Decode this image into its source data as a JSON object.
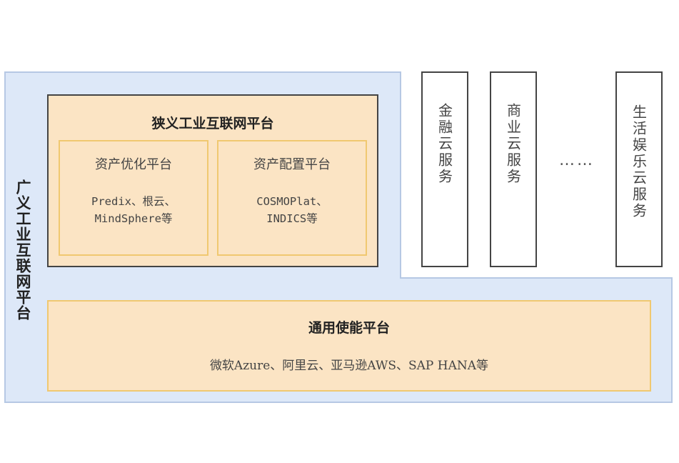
{
  "broad_platform": {
    "title": "广义工业互联网平台"
  },
  "narrow_platform": {
    "title": "狭义工业互联网平台",
    "sub_platforms": [
      {
        "title": "资产优化平台",
        "desc": "Predix、根云、\nMindSphere等"
      },
      {
        "title": "资产配置平台",
        "desc": "COSMOPlat、\nINDICS等"
      }
    ]
  },
  "general_platform": {
    "title": "通用使能平台",
    "desc": "微软Azure、阿里云、亚马逊AWS、SAP HANA等"
  },
  "services": [
    {
      "label": "金融云服务"
    },
    {
      "label": "商业云服务"
    },
    {
      "label": "生活娱乐云服务"
    }
  ],
  "ellipsis": "……"
}
